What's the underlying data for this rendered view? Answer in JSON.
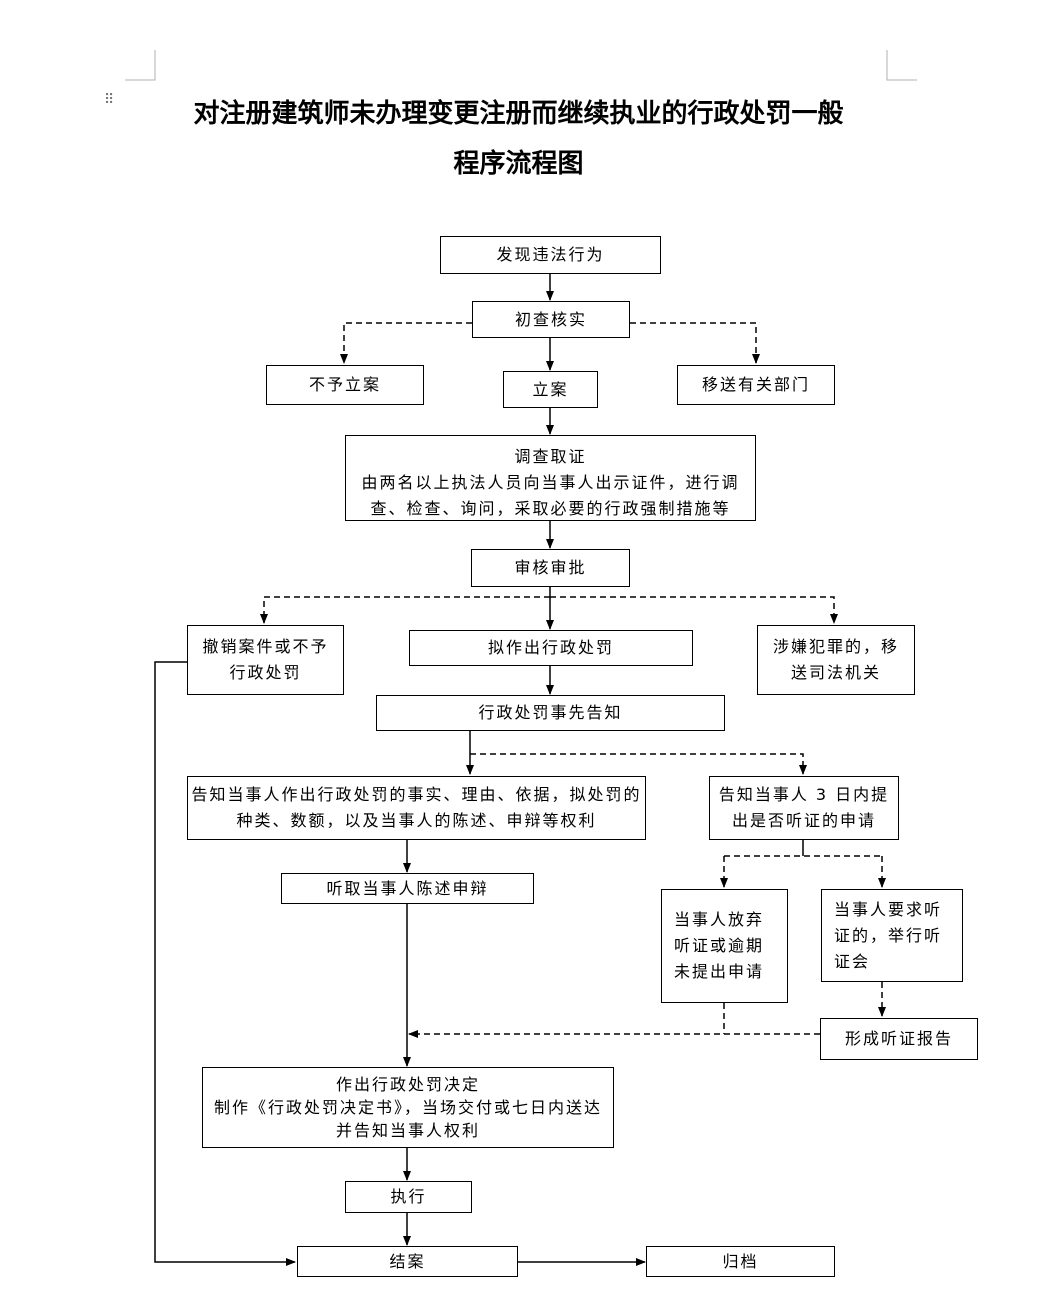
{
  "title": {
    "line1": "对注册建筑师未办理变更注册而继续执业的行政处罚一般",
    "line2": "程序流程图"
  },
  "nodes": {
    "discover": "发现违法行为",
    "preliminary_check": "初查核实",
    "no_case": "不予立案",
    "file_case": "立案",
    "transfer_dept": "移送有关部门",
    "investigate": {
      "title": "调查取证",
      "line1": "由两名以上执法人员向当事人出示证件，进行调",
      "line2": "查、检查、询问，采取必要的行政强制措施等"
    },
    "review": "审核审批",
    "revoke": {
      "line1": "撤销案件或不予",
      "line2": "行政处罚"
    },
    "propose_penalty": "拟作出行政处罚",
    "criminal": {
      "line1": "涉嫌犯罪的，移",
      "line2": "送司法机关"
    },
    "prior_notice": "行政处罚事先告知",
    "notify_facts": {
      "line1": "告知当事人作出行政处罚的事实、理由、依据，拟处罚的",
      "line2": "种类、数额，以及当事人的陈述、申辩等权利"
    },
    "notify_hearing": {
      "line1": "告知当事人 3 日内提",
      "line2": "出是否听证的申请"
    },
    "hear_statement": "听取当事人陈述申辩",
    "waive_hearing": {
      "line1": "当事人放弃",
      "line2": "听证或逾期",
      "line3": "未提出申请"
    },
    "request_hearing": {
      "line1": "当事人要求听",
      "line2": "证的，举行听",
      "line3": "证会"
    },
    "hearing_report": "形成听证报告",
    "decision": {
      "title": "作出行政处罚决定",
      "line1": "制作《行政处罚决定书》，当场交付或七日内送达",
      "line2": "并告知当事人权利"
    },
    "execute": "执行",
    "close_case": "结案",
    "archive": "归档"
  }
}
